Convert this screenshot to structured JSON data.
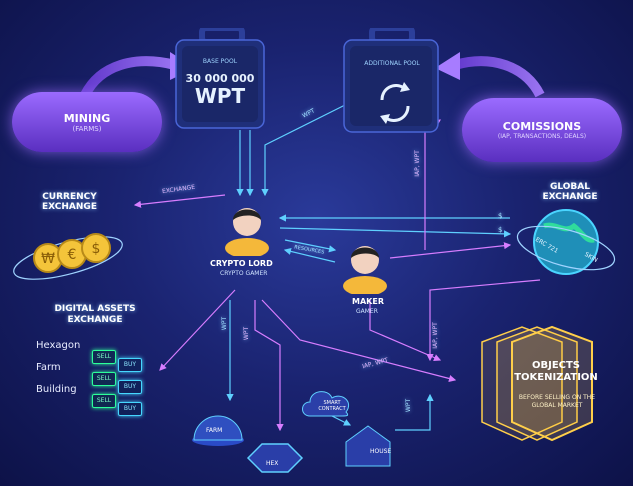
{
  "base_pool": {
    "label": "BASE POOL",
    "amount": "30 000 000",
    "currency": "WPT"
  },
  "additional_pool": {
    "label": "ADDITIONAL POOL"
  },
  "mining": {
    "title": "MINING",
    "subtitle": "(FARMS)"
  },
  "comissions": {
    "title": "COMISSIONS",
    "subtitle": "(IAP, TRANSACTIONS, DEALS)"
  },
  "currency_exchange": {
    "title": "CURRENCY EXCHANGE"
  },
  "global_exchange": {
    "title": "GLOBAL EXCHANGE",
    "ring_text": "ERC 721",
    "ring_text2": "SKIN"
  },
  "crypto_lord": {
    "title": "CRYPTO LORD",
    "subtitle": "CRYPTO GAMER"
  },
  "maker": {
    "title": "MAKER",
    "subtitle": "GAMER"
  },
  "digital_assets": {
    "title": "DIGITAL ASSETS EXCHANGE",
    "rows": [
      {
        "label": "Hexagon",
        "sell": "SELL",
        "buy": "BUY"
      },
      {
        "label": "Farm",
        "sell": "SELL",
        "buy": "BUY"
      },
      {
        "label": "Building",
        "sell": "SELL",
        "buy": "BUY"
      }
    ]
  },
  "objects_tokenization": {
    "title": "OBJECTS TOKENIZATION",
    "subtitle": "BEFORE SELLING ON THE GLOBAL MARKET"
  },
  "objects": {
    "farm": "FARM",
    "hex": "HEX",
    "smart_contract": "SMART CONTRACT",
    "house": "HOUSE"
  },
  "flow_labels": {
    "wpt_top": "WPT",
    "exchange": "EXCHANGE",
    "iap_wpt_right": "IAP, WPT",
    "resources": "RESOURCES",
    "wpt_left": "WPT",
    "wpt_mid": "WPT",
    "iap_wpt_maker": "IAP, WPT",
    "iap_wpt_bottom": "IAP, WPT",
    "wpt_bottom": "WPT",
    "dollar_a": "$",
    "dollar_b": "$"
  },
  "colors": {
    "background": "#1a2370",
    "flow_blue": "#5fd0ff",
    "flow_pink": "#d77dff",
    "mining_purple": "#8a5cff",
    "case_blue": "#1f2f7a",
    "gold": "#f4c43a",
    "green_button": "#2dff9a",
    "yellow_glow": "#ffcf4a"
  }
}
